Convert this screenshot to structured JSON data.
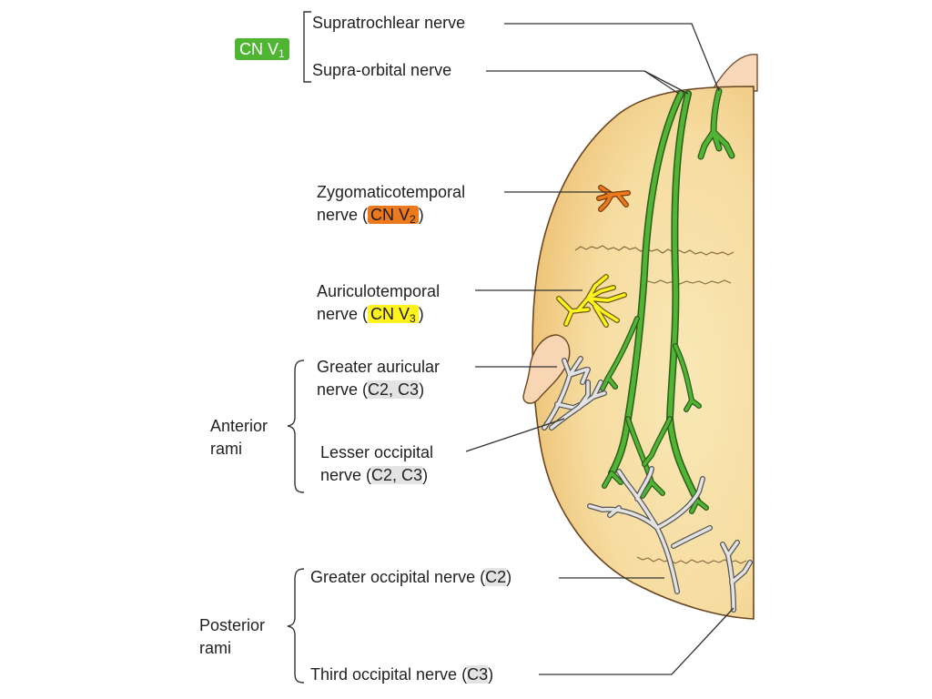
{
  "labels": {
    "cn_v1": {
      "text": "CN V",
      "sub": "1"
    },
    "supratrochlear": "Supratrochlear nerve",
    "supraorbital": "Supra-orbital nerve",
    "zygomatico_l1": "Zygomaticotemporal",
    "zygomatico_l2_pre": "nerve (",
    "zygomatico_box": {
      "text": "CN V",
      "sub": "2"
    },
    "zygomatico_l2_post": ")",
    "auriculo_l1": "Auriculotemporal",
    "auriculo_l2_pre": "nerve (",
    "auriculo_box": {
      "text": "CN V",
      "sub": "3"
    },
    "auriculo_l2_post": ")",
    "greater_auricular_l1": "Greater auricular",
    "greater_auricular_l2_pre": "nerve (",
    "greater_auricular_box": "C2, C3",
    "greater_auricular_l2_post": ")",
    "lesser_occipital_l1": "Lesser occipital",
    "lesser_occipital_l2_pre": "nerve (",
    "lesser_occipital_box": "C2, C3",
    "lesser_occipital_l2_post": ")",
    "anterior_rami_l1": "Anterior",
    "anterior_rami_l2": "rami",
    "greater_occipital_pre": "Greater occipital nerve (",
    "greater_occipital_box": "C2",
    "greater_occipital_post": ")",
    "posterior_rami_l1": "Posterior",
    "posterior_rami_l2": "rami",
    "third_occipital_pre": "Third occipital nerve (",
    "third_occipital_box": "C3",
    "third_occipital_post": ")"
  },
  "colors": {
    "scalp": "#f6dfa6",
    "scalp_shade": "#eec57a",
    "cn_v1": "#4fb533",
    "cn_v2": "#ec7a1c",
    "cn_v3": "#fff21d",
    "cervical": "#d9d9d9",
    "outline": "#5a3b1a"
  }
}
